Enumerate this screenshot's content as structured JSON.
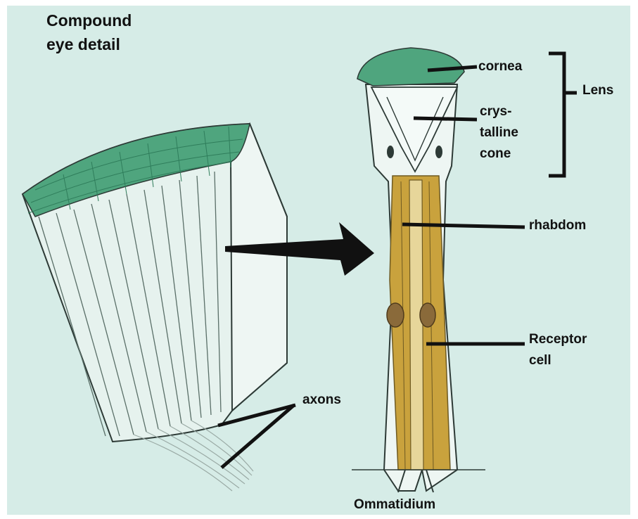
{
  "title": {
    "line1": "Compound",
    "line2": "eye detail"
  },
  "labels": {
    "cornea": "cornea",
    "cone_line1": "crys-",
    "cone_line2": "talline",
    "cone_line3": "cone",
    "lens": "Lens",
    "rhabdom": "rhabdom",
    "receptor_line1": "Receptor",
    "receptor_line2": "cell",
    "axons": "axons",
    "ommatidium": "Ommatidium"
  },
  "colors": {
    "background": "#d6ece7",
    "cornea_green": "#4fa57e",
    "receptor_tan": "#c9a23d",
    "nucleus_brown": "#8a6a3a",
    "line": "#111111"
  }
}
